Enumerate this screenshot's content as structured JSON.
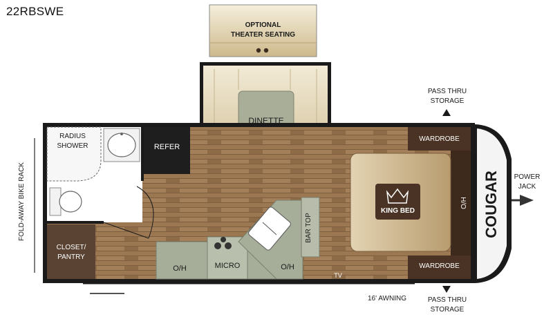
{
  "model": "22RBSWE",
  "labels": {
    "optional_theater": "OPTIONAL\nTHEATER SEATING",
    "dinette": "DINETTE",
    "radius_shower": "RADIUS\nSHOWER",
    "refer": "REFER",
    "wardrobe_top": "WARDROBE",
    "wardrobe_bottom": "WARDROBE",
    "king_bed": "KING BED",
    "ho": "H/O",
    "bar_top": "BAR TOP",
    "oh_left": "O/H",
    "micro": "MICRO",
    "oh_right": "O/H",
    "tv": "TV",
    "closet_pantry": "CLOSET/\nPANTRY",
    "bike_rack": "FOLD-AWAY BIKE RACK",
    "pass_thru_top": "PASS THRU\nSTORAGE",
    "pass_thru_bottom": "PASS THRU\nSTORAGE",
    "awning": "16' AWNING",
    "power_jack": "POWER\nJACK",
    "brand": "COUGAR"
  },
  "colors": {
    "floor": "#8a6a48",
    "floor_light": "#a88560",
    "slide_fill": "#e6dcc2",
    "bed": "#c9b48c",
    "dark": "#4a3324",
    "counter": "#a6ad98",
    "wall": "#1a1a1a"
  }
}
